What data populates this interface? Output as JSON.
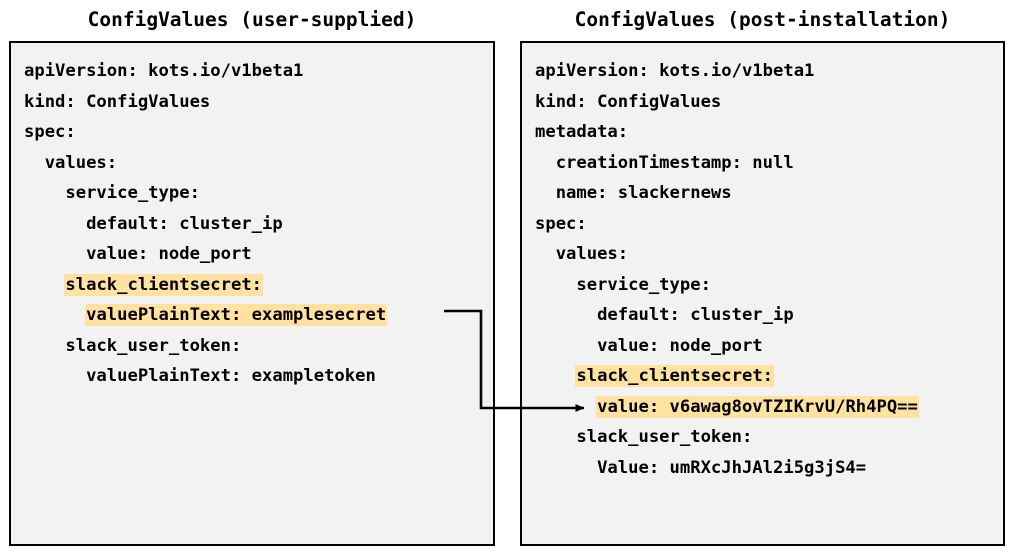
{
  "diagram": {
    "type": "two-panel-yaml-comparison",
    "background_color": "#ffffff",
    "panel_background_color": "#f2f2f2",
    "panel_border_color": "#000000",
    "highlight_color": "#ffe2a0",
    "text_color": "#000000",
    "connector_color": "#000000"
  },
  "left_panel": {
    "title": "ConfigValues (user-supplied)",
    "lines": [
      {
        "text": "apiVersion: kots.io/v1beta1",
        "highlight": false
      },
      {
        "text": "kind: ConfigValues",
        "highlight": false
      },
      {
        "text": "spec:",
        "highlight": false
      },
      {
        "text": "  values:",
        "highlight": false
      },
      {
        "text": "    service_type:",
        "highlight": false
      },
      {
        "text": "      default: cluster_ip",
        "highlight": false
      },
      {
        "text": "      value: node_port",
        "highlight": false
      },
      {
        "text": "    slack_clientsecret:",
        "highlight": true,
        "indent": 4
      },
      {
        "text": "      valuePlainText: examplesecret",
        "highlight": true,
        "indent": 6
      },
      {
        "text": "    slack_user_token:",
        "highlight": false
      },
      {
        "text": "      valuePlainText: exampletoken",
        "highlight": false
      }
    ]
  },
  "right_panel": {
    "title": "ConfigValues (post-installation)",
    "lines": [
      {
        "text": "apiVersion: kots.io/v1beta1",
        "highlight": false
      },
      {
        "text": "kind: ConfigValues",
        "highlight": false
      },
      {
        "text": "metadata:",
        "highlight": false
      },
      {
        "text": "  creationTimestamp: null",
        "highlight": false
      },
      {
        "text": "  name: slackernews",
        "highlight": false
      },
      {
        "text": "spec:",
        "highlight": false
      },
      {
        "text": "  values:",
        "highlight": false
      },
      {
        "text": "    service_type:",
        "highlight": false
      },
      {
        "text": "      default: cluster_ip",
        "highlight": false
      },
      {
        "text": "      value: node_port",
        "highlight": false
      },
      {
        "text": "    slack_clientsecret:",
        "highlight": true,
        "indent": 4
      },
      {
        "text": "      value: v6awag8ovTZIKrvU/Rh4PQ==",
        "highlight": true,
        "indent": 6
      },
      {
        "text": "    slack_user_token:",
        "highlight": false
      },
      {
        "text": "      Value: umRXcJhJAl2i5g3jS4=",
        "highlight": false
      }
    ]
  },
  "connector": {
    "description": "arrow from user-supplied valuePlainText examplesecret to post-installation encrypted value",
    "from_label": "valuePlainText: examplesecret",
    "to_label": "value: v6awag8ovTZIKrvU/Rh4PQ=="
  }
}
